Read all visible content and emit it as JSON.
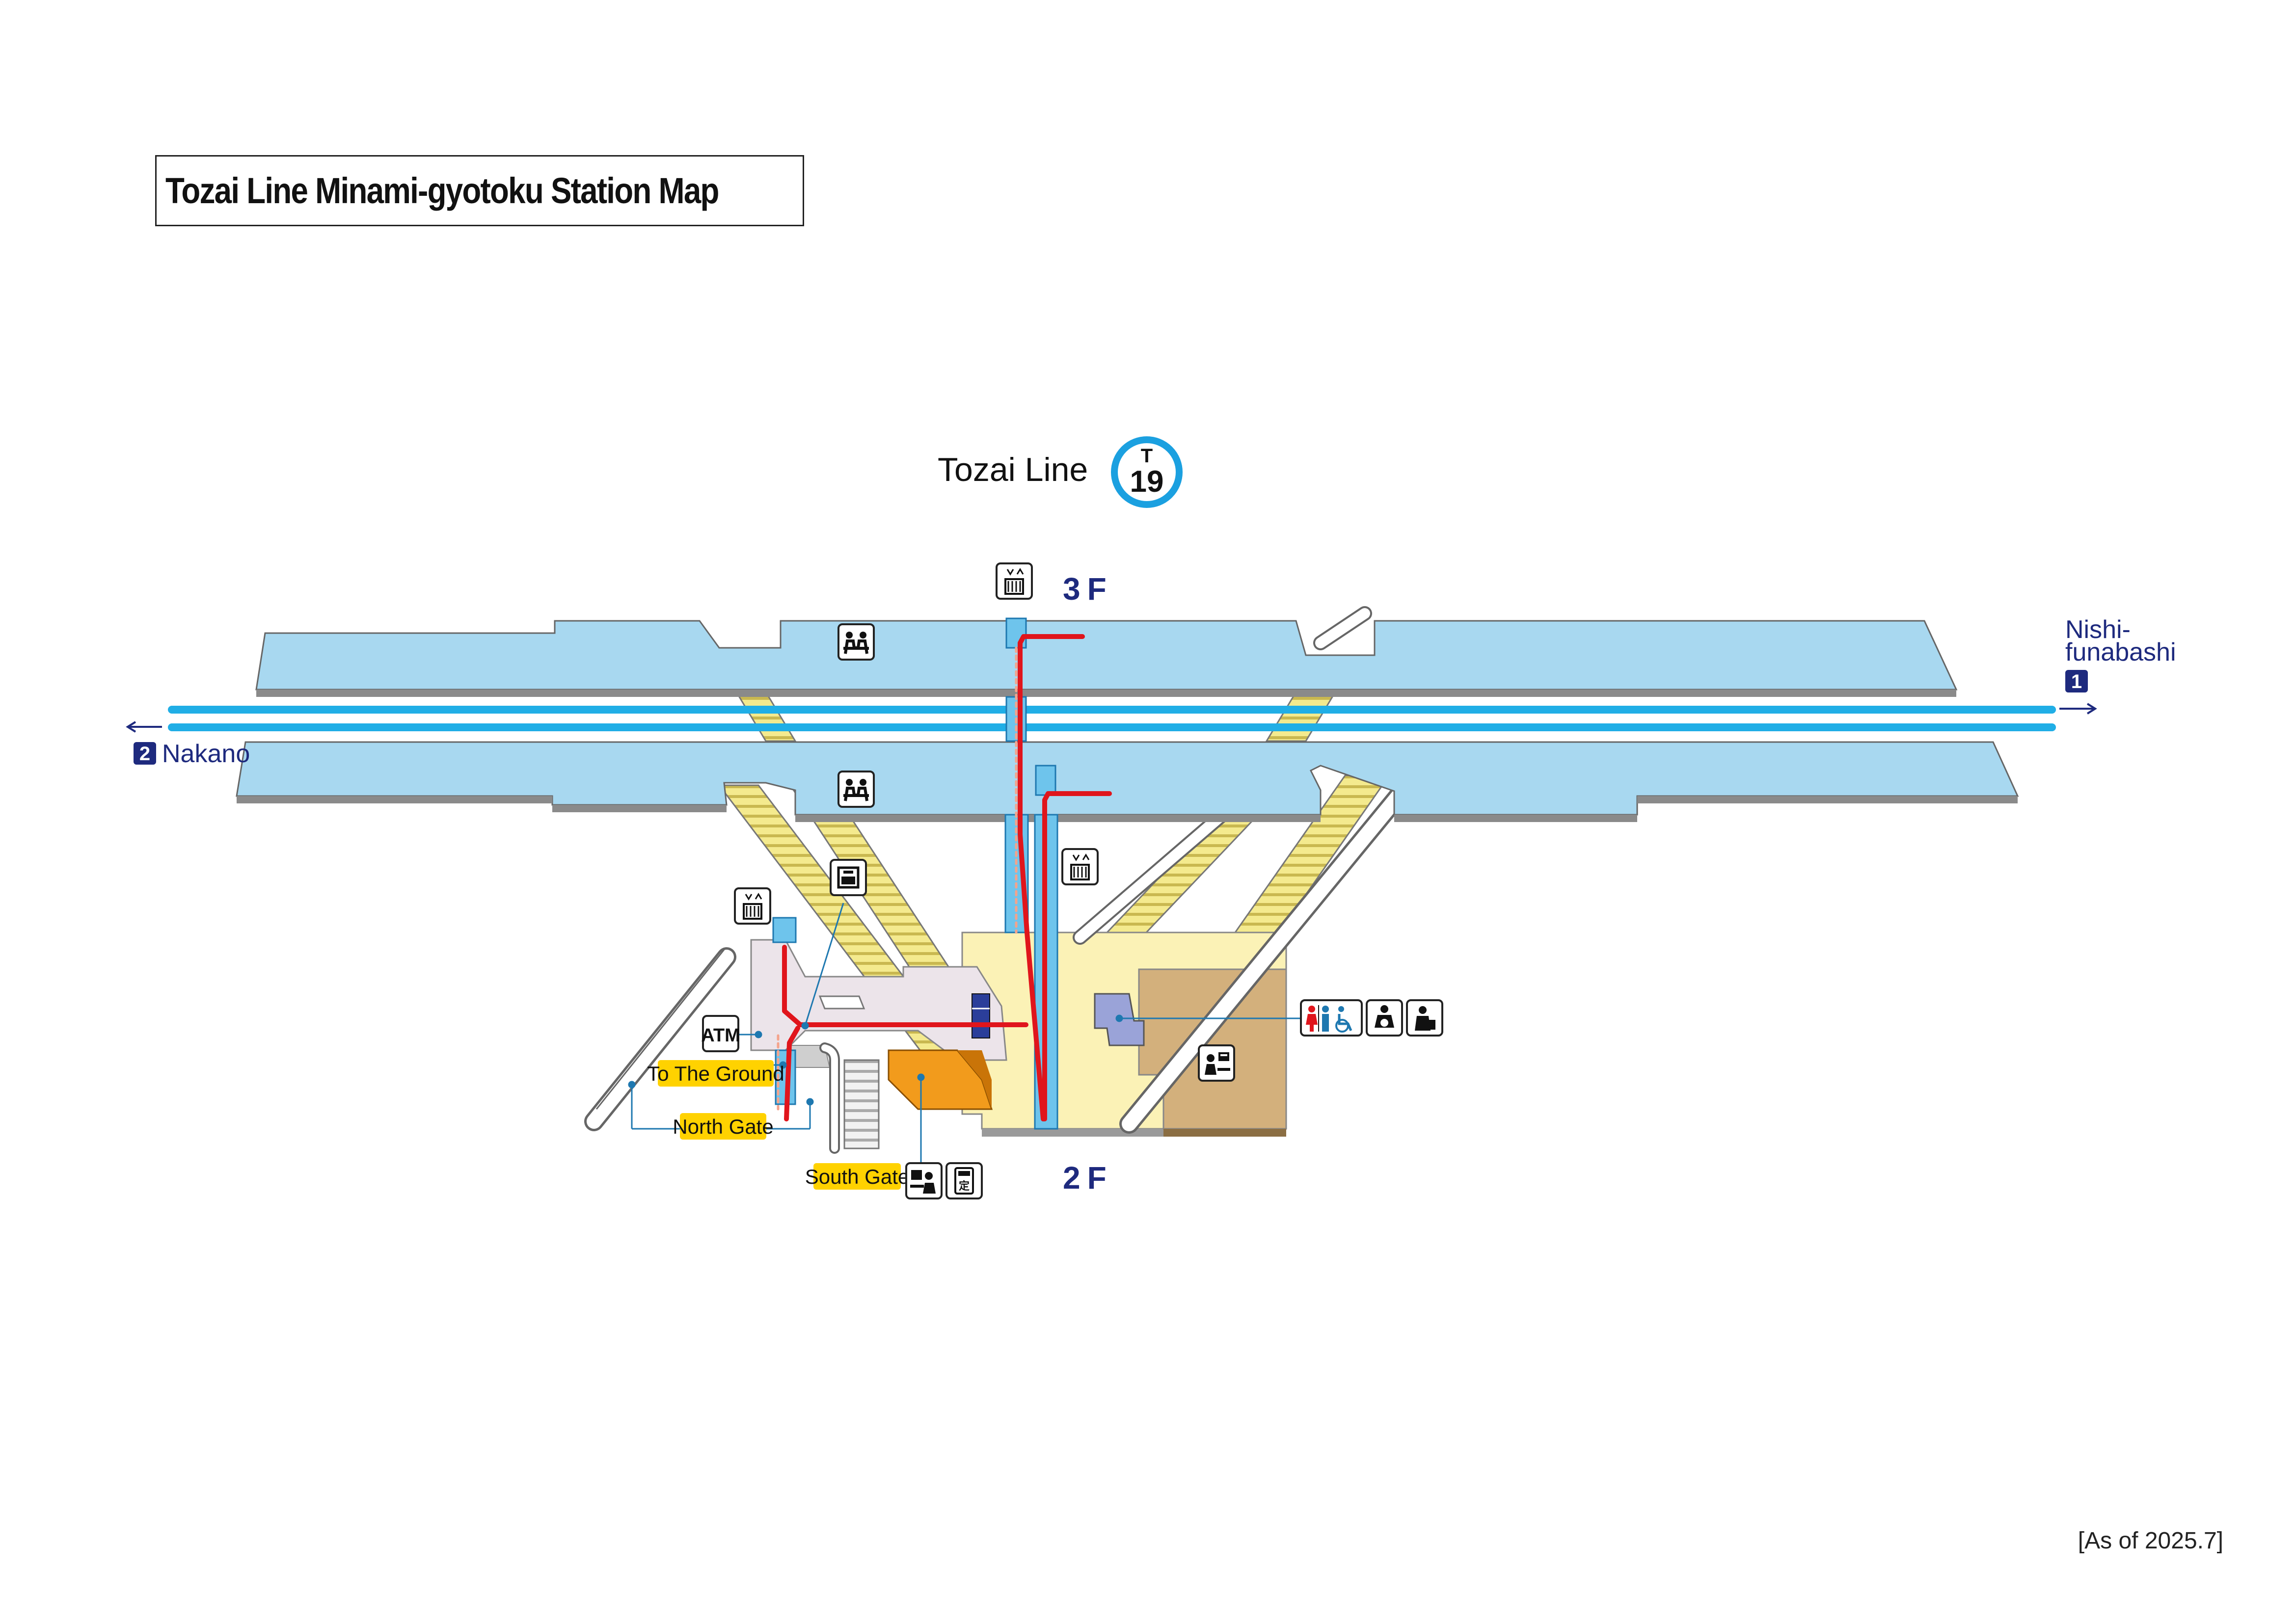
{
  "title": "Tozai Line Minami-gyotoku Station Map",
  "as_of": "[As of 2025.7]",
  "line": {
    "name": "Tozai Line",
    "station_code_letter": "T",
    "station_code_number": "19",
    "color": "#1ba0e0"
  },
  "floors": {
    "upper": "3F",
    "lower": "2F"
  },
  "destinations": {
    "east": {
      "track": "1",
      "name_line1": "Nishi-",
      "name_line2": "funabashi"
    },
    "west": {
      "track": "2",
      "name": "Nakano"
    }
  },
  "labels": {
    "to_the_ground": "To The Ground",
    "north_gate": "North Gate",
    "south_gate": "South Gate",
    "atm": "ATM"
  },
  "icons": [
    "elevator-icon",
    "waiting-bench-icon",
    "coin-locker-icon",
    "toilet-icon",
    "multipurpose-toilet-icon",
    "baby-care-icon",
    "changing-room-icon",
    "ticket-office-icon",
    "station-office-icon",
    "commuter-pass-machine-icon"
  ],
  "colors": {
    "platform": "#a8d8f0",
    "track": "#20aee6",
    "route": "#e0151c",
    "concourse": "#fbf2b6",
    "stairs": "#efe58a",
    "office": "#d3b07c",
    "shop": "#f29b1c",
    "floor_label": "#1e2a7e",
    "gate_label_bg": "#ffd200"
  }
}
